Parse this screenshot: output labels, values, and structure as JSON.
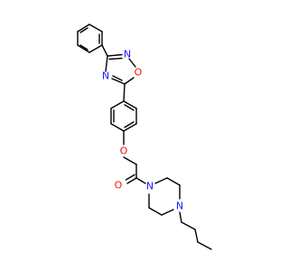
{
  "colors": {
    "bond": "#000000",
    "nitrogen": "#1a1aff",
    "oxygen": "#ff0d0d",
    "background": "#ffffff"
  },
  "atoms": {
    "n_oxadiazole_3": "N",
    "n_oxadiazole_4": "N",
    "o_oxadiazole_1": "O",
    "o_ether": "O",
    "o_carbonyl": "O",
    "n_piperazine_1": "N",
    "n_piperazine_4": "N"
  }
}
